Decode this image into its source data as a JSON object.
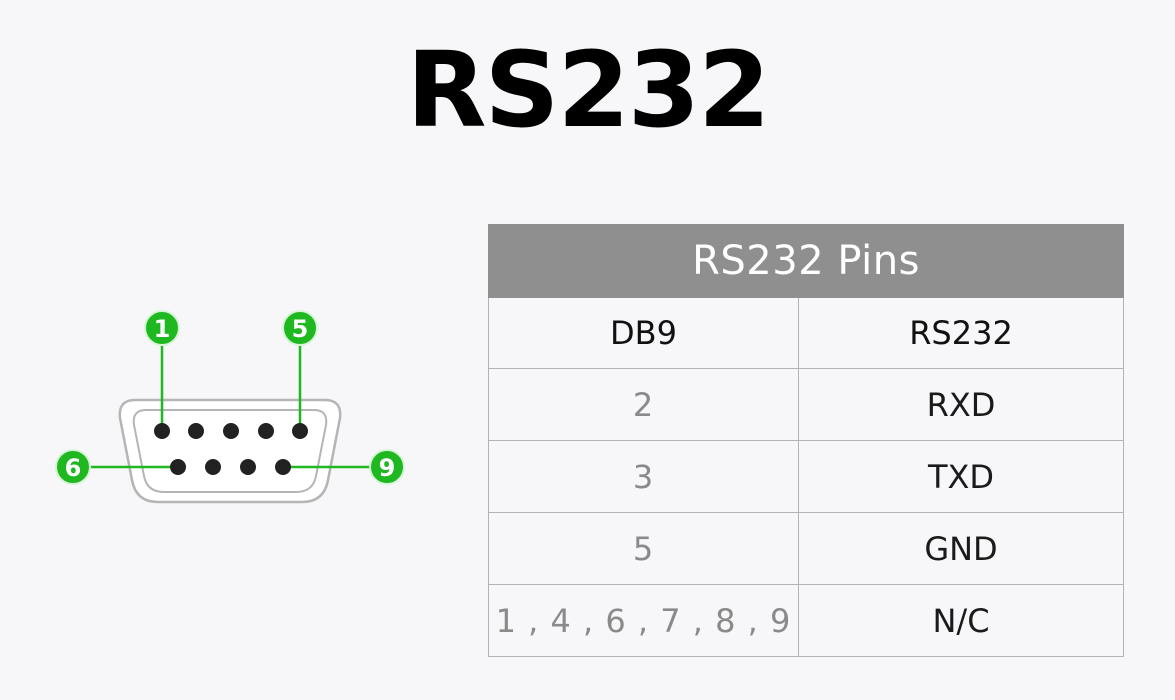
{
  "page": {
    "title": "RS232"
  },
  "connector": {
    "callouts": [
      {
        "label": "1"
      },
      {
        "label": "5"
      },
      {
        "label": "6"
      },
      {
        "label": "9"
      }
    ],
    "top_row_pin_count": 5,
    "bottom_row_pin_count": 4,
    "colors": {
      "callout": "#1fb820",
      "shell": "#b5b5b5",
      "pin": "#222222"
    }
  },
  "pin_table": {
    "title": "RS232 Pins",
    "headers": [
      "DB9",
      "RS232"
    ],
    "rows": [
      {
        "db9": "2",
        "signal": "RXD"
      },
      {
        "db9": "3",
        "signal": "TXD"
      },
      {
        "db9": "5",
        "signal": "GND"
      },
      {
        "db9": "1 , 4 , 6 , 7 , 8 , 9",
        "signal": "N/C"
      }
    ],
    "colors": {
      "title_bg": "#8f8f8f",
      "border": "#b4b4b4"
    }
  }
}
